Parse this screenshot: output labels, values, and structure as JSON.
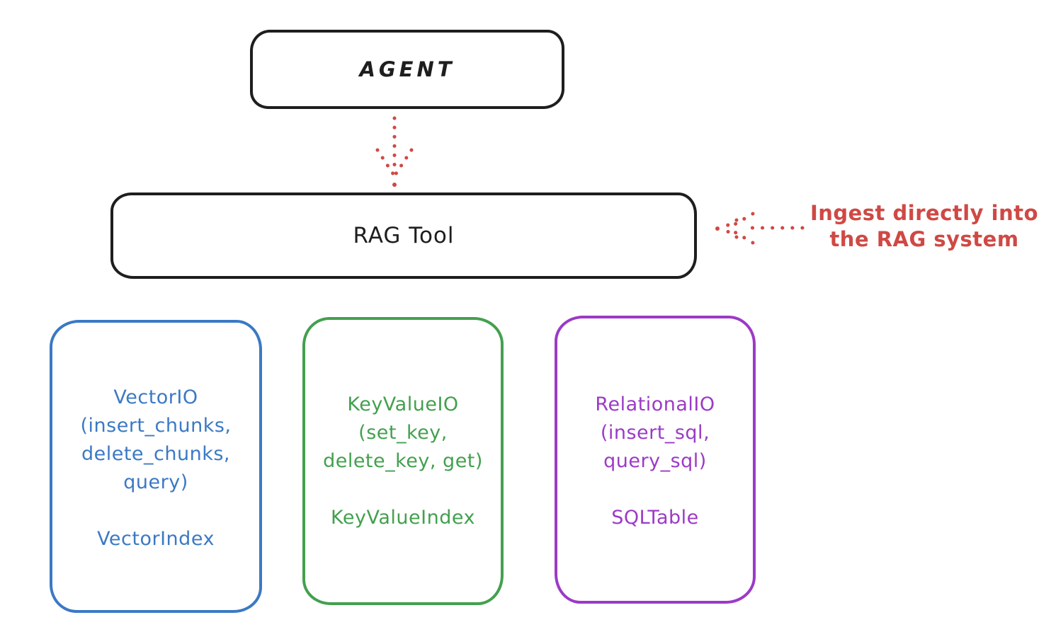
{
  "colors": {
    "outline": "#1e1e1e",
    "red": "#cf4944",
    "blue": "#3b79c4",
    "green": "#43a04e",
    "purple": "#9c3ac6",
    "background": "#ffffff"
  },
  "agent": {
    "label": "AGENT"
  },
  "rag_tool": {
    "label": "RAG Tool"
  },
  "annotation": {
    "line1": "Ingest directly into",
    "line2": "the RAG system",
    "color": "#cf4944"
  },
  "arrows": [
    {
      "id": "agent-to-rag-tool",
      "style": "dotted",
      "color": "#cf4944",
      "direction": "down"
    },
    {
      "id": "annotation-to-rag-tool",
      "style": "dotted",
      "color": "#cf4944",
      "direction": "left"
    }
  ],
  "storage_boxes": [
    {
      "id": "vector-io",
      "color": "#3b79c4",
      "lines": [
        "VectorIO",
        "(insert_chunks,",
        "delete_chunks,",
        "query)"
      ],
      "index_label": "VectorIndex"
    },
    {
      "id": "key-value-io",
      "color": "#43a04e",
      "lines": [
        "KeyValueIO",
        "(set_key,",
        "delete_key, get)"
      ],
      "index_label": "KeyValueIndex"
    },
    {
      "id": "relational-io",
      "color": "#9c3ac6",
      "lines": [
        "RelationalIO",
        "(insert_sql,",
        "query_sql)"
      ],
      "index_label": "SQLTable"
    }
  ]
}
